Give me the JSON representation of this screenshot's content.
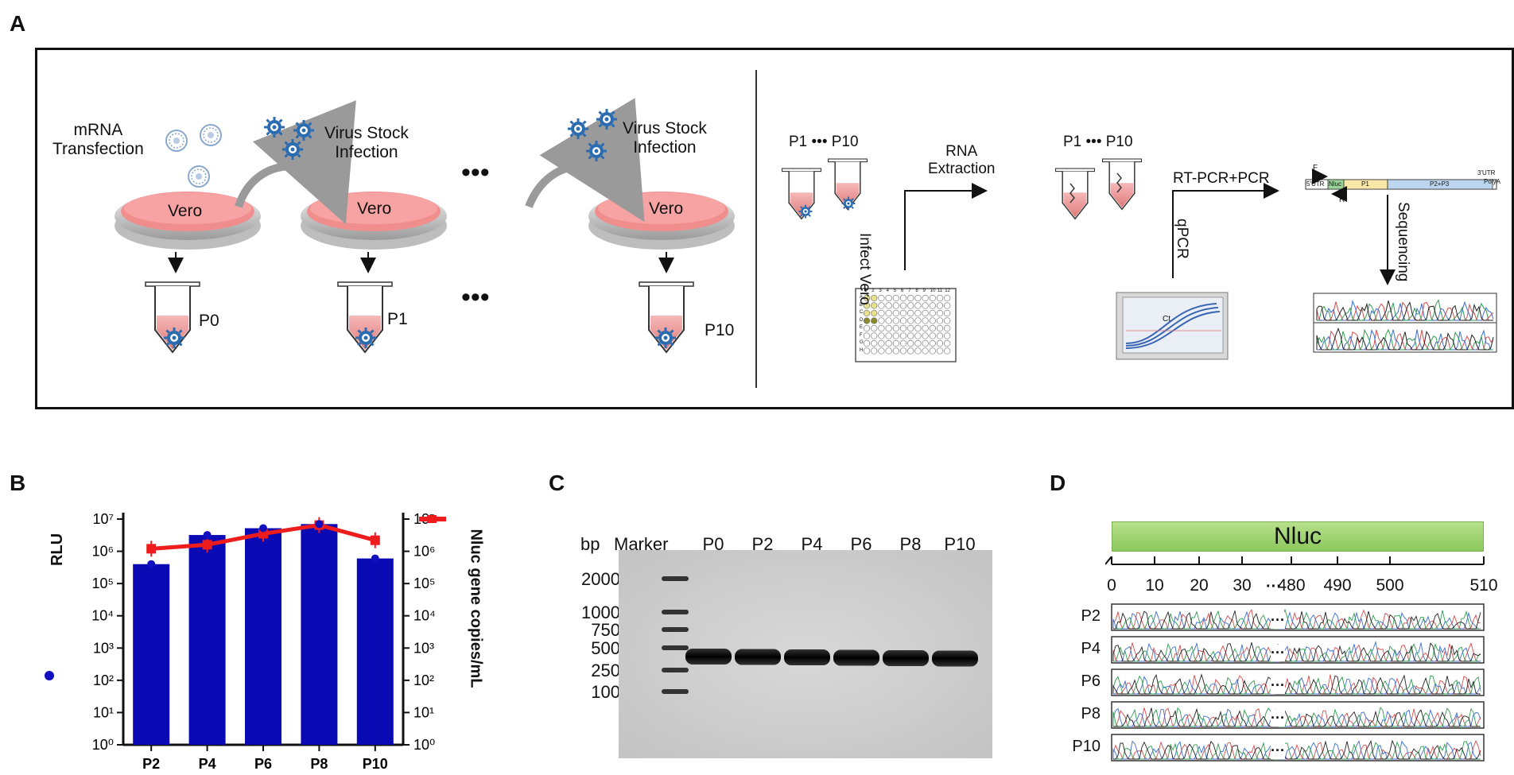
{
  "panels": {
    "a": "A",
    "b": "B",
    "c": "C",
    "d": "D"
  },
  "panel_a": {
    "mrna_transfection": "mRNA\nTransfection",
    "virus_stock_infection": "Virus Stock\nInfection",
    "vero": "Vero",
    "ellipsis": "•••",
    "p0": "P0",
    "p1": "P1",
    "p10": "P10",
    "p1_dots_p10": "P1 ••• P10",
    "rna_extraction": "RNA\nExtraction",
    "infect_vero": "Infect Vero",
    "rt_pcr": "RT-PCR+PCR",
    "qpcr": "qPCR",
    "sequencing": "Sequencing",
    "ct": "Ct",
    "genome_labels": {
      "f": "F",
      "r": "R",
      "utr5": "5'UTR",
      "nluc": "Nluc",
      "p1": "P1",
      "p2p3": "P2+P3",
      "utr3": "3'UTR",
      "polya": "PolyA"
    },
    "plate_cols": [
      "1",
      "2",
      "3",
      "4",
      "5",
      "6",
      "7",
      "8",
      "9",
      "10",
      "11",
      "12"
    ],
    "plate_rows": [
      "A",
      "B",
      "C",
      "D",
      "E",
      "F",
      "G",
      "H"
    ]
  },
  "panel_b": {
    "y_left_label": "RLU",
    "y_right_label": "Nluc gene copies/mL",
    "y_ticks": [
      "10⁰",
      "10¹",
      "10²",
      "10³",
      "10⁴",
      "10⁵",
      "10⁶",
      "10⁷"
    ],
    "legend_marker_color": "#1010c0",
    "line_color": "#ee1c1c",
    "bar_color": "#0a0ab4"
  },
  "chart_data": {
    "type": "bar",
    "categories": [
      "P2",
      "P4",
      "P6",
      "P8",
      "P10"
    ],
    "y_scale": "log10",
    "ylim": [
      1,
      10000000
    ],
    "series": [
      {
        "kind": "bar",
        "axis": "left",
        "values": [
          400000,
          3200000,
          5200000,
          7000000,
          600000
        ]
      },
      {
        "kind": "line",
        "axis": "right",
        "values": [
          1200000,
          1600000,
          3500000,
          6500000,
          2200000
        ]
      }
    ],
    "xlabel": "",
    "ylabel": "RLU",
    "ylabel_right": "Nluc gene copies/mL"
  },
  "panel_c": {
    "bp": "bp",
    "marker": "Marker",
    "lanes": [
      "P0",
      "P2",
      "P4",
      "P6",
      "P8",
      "P10"
    ],
    "sizes": [
      "2000",
      "1000",
      "750",
      "500",
      "250",
      "100"
    ]
  },
  "panel_d": {
    "gene": "Nluc",
    "ticks": [
      "0",
      "10",
      "20",
      "30",
      "480",
      "490",
      "500",
      "510"
    ],
    "dots": "···",
    "rows": [
      "P2",
      "P4",
      "P6",
      "P8",
      "P10"
    ]
  }
}
